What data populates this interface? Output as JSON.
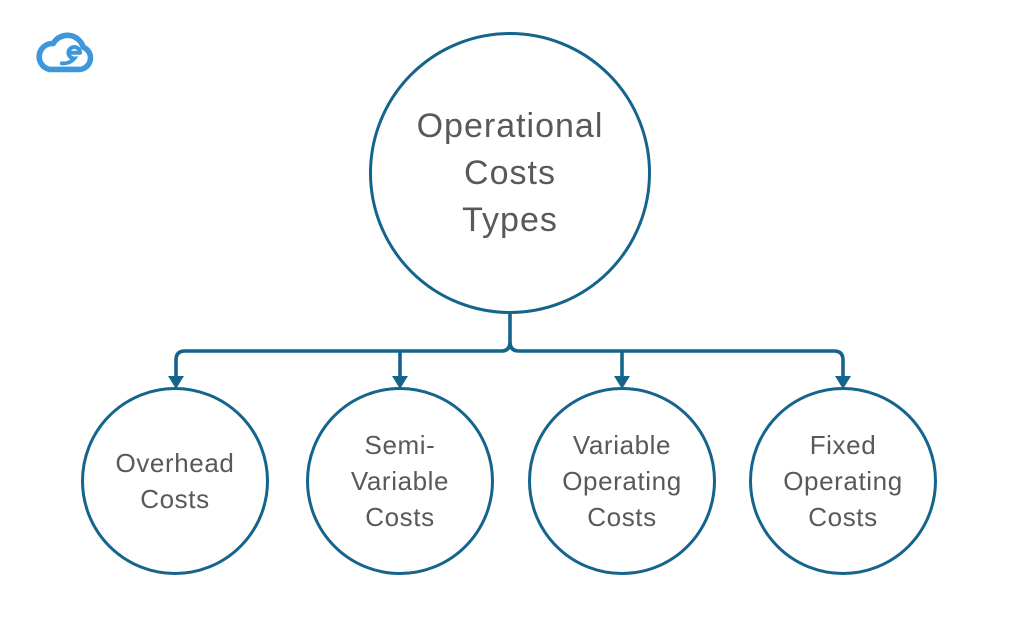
{
  "colors": {
    "accent": "#15648c",
    "node_text": "#58595b",
    "logo_blue": "#3e97db",
    "background": "#ffffff"
  },
  "logo": {
    "name": "cloud-swirl-logo"
  },
  "diagram": {
    "type": "hierarchy",
    "root": {
      "label": "Operational Costs Types",
      "lines": [
        "Operational",
        "Costs",
        "Types"
      ]
    },
    "children": [
      {
        "label": "Overhead Costs",
        "lines": [
          "Overhead",
          "Costs"
        ]
      },
      {
        "label": "Semi-Variable Costs",
        "lines": [
          "Semi-",
          "Variable",
          "Costs"
        ]
      },
      {
        "label": "Variable Operating Costs",
        "lines": [
          "Variable",
          "Operating",
          "Costs"
        ]
      },
      {
        "label": "Fixed Operating Costs",
        "lines": [
          "Fixed",
          "Operating",
          "Costs"
        ]
      }
    ]
  }
}
